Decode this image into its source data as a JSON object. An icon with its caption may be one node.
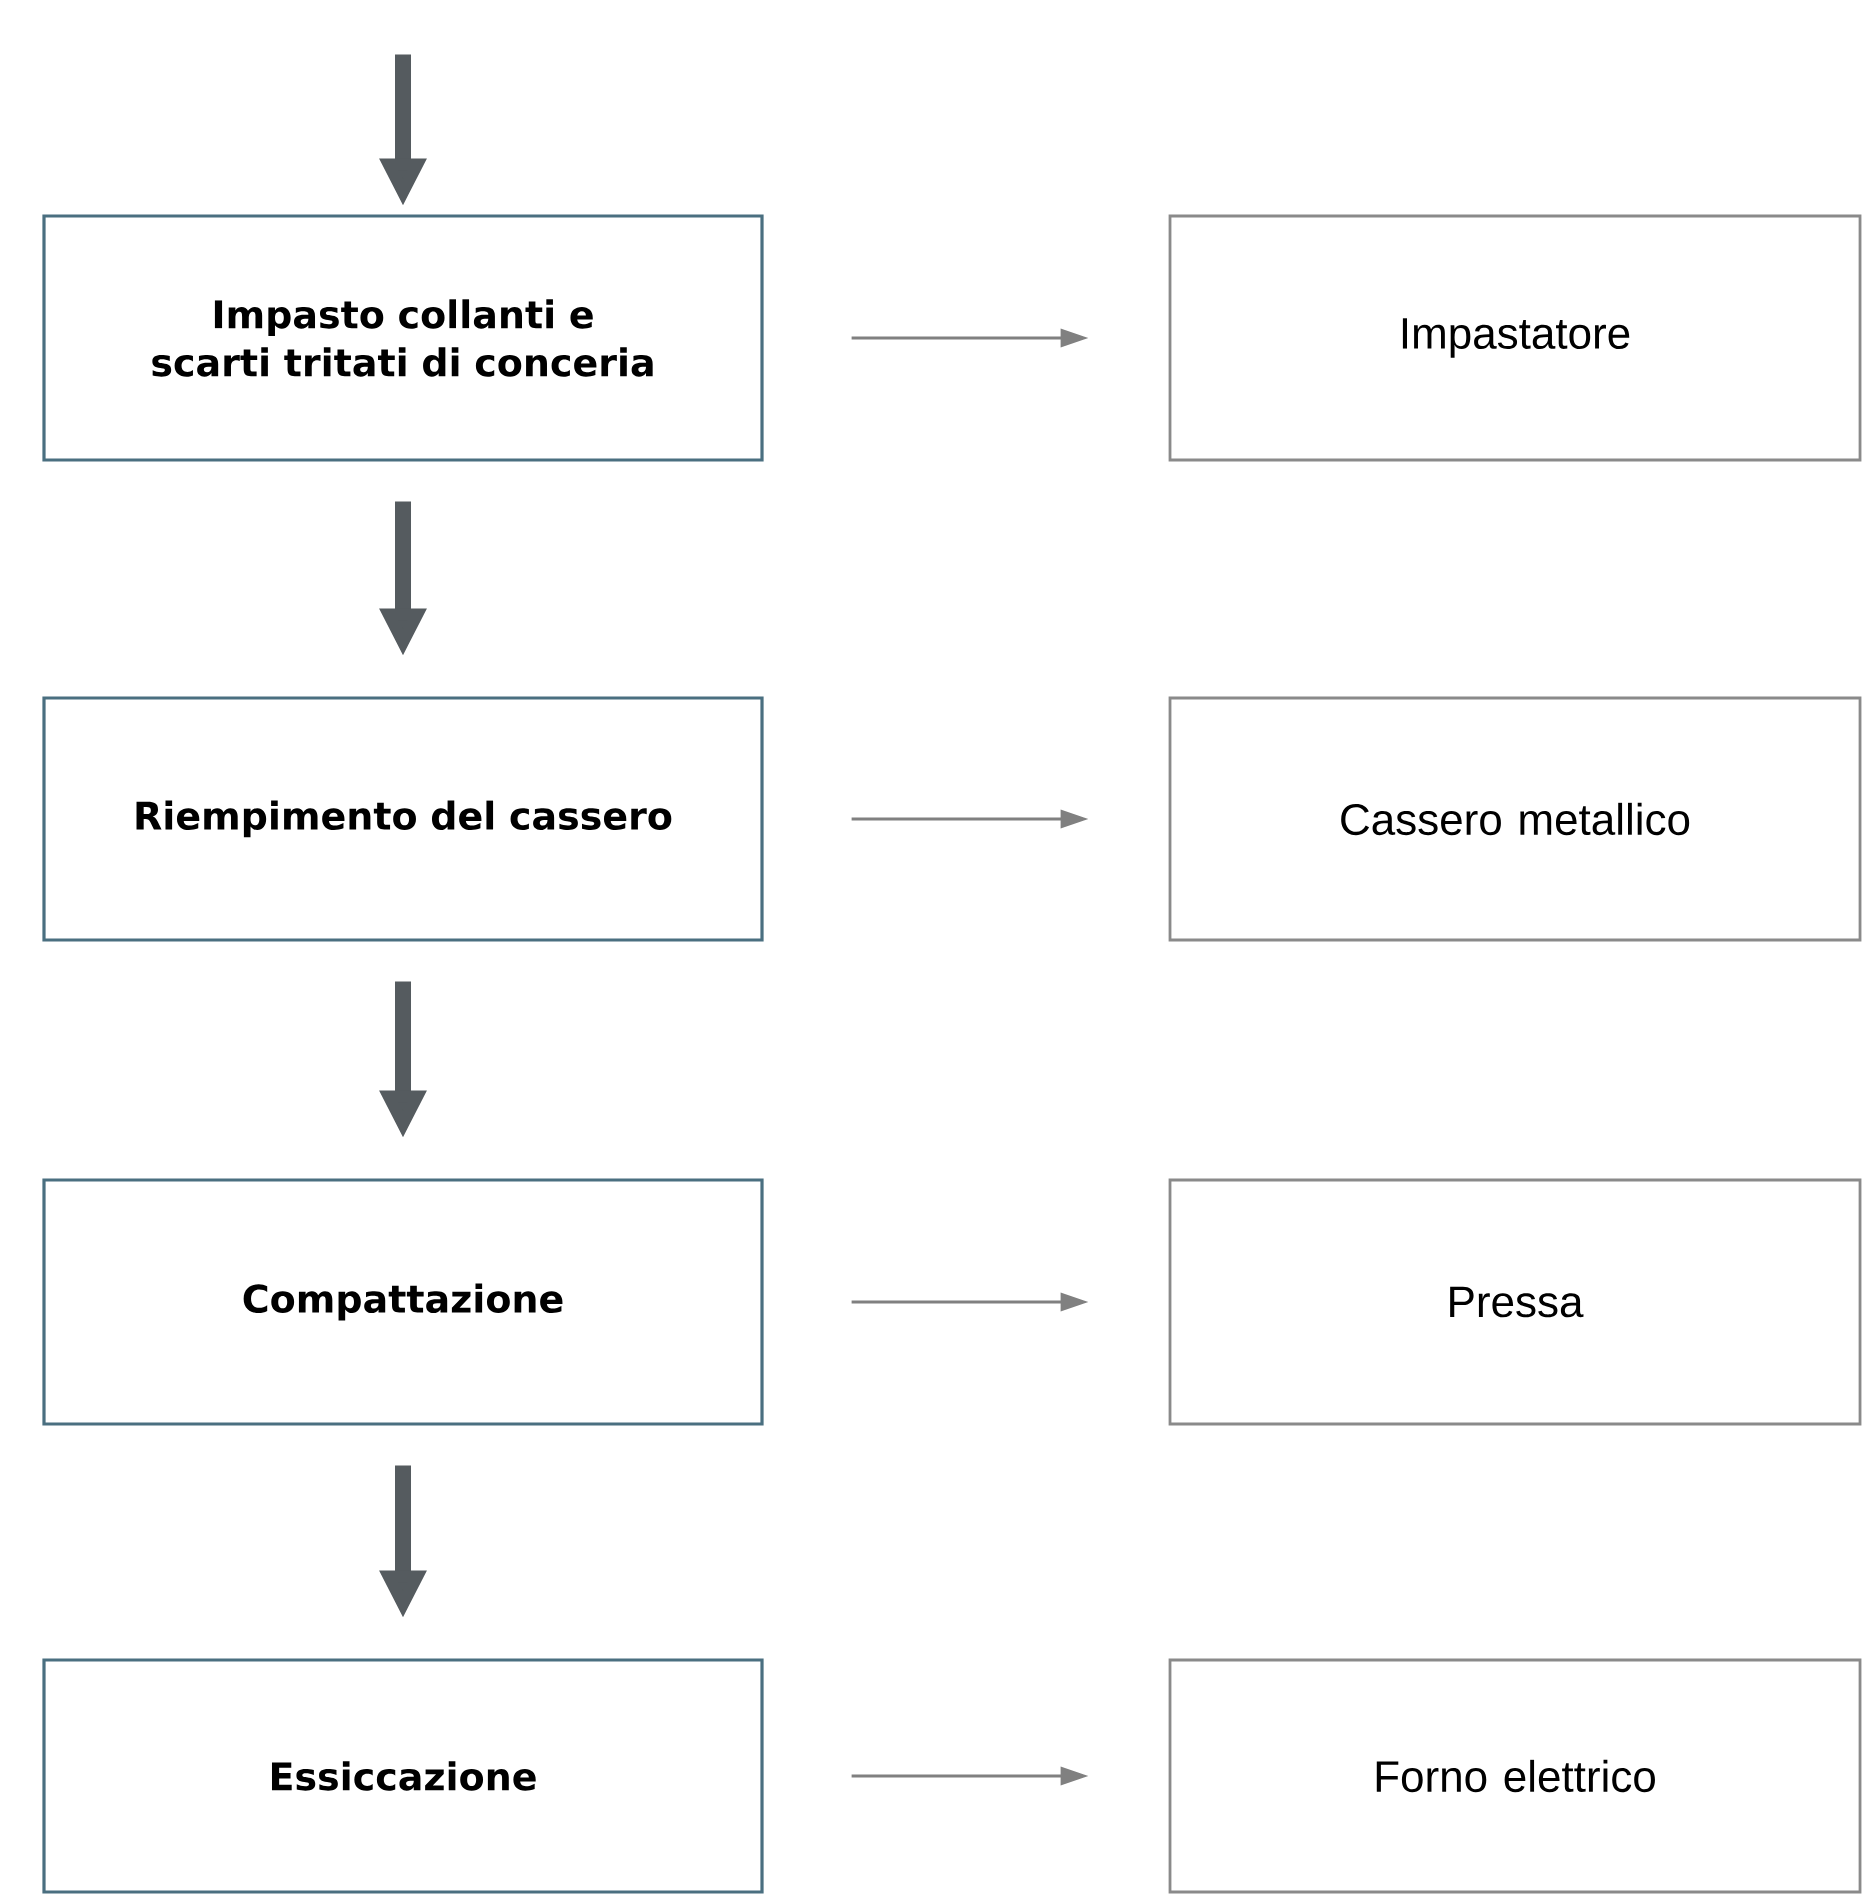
{
  "diagram": {
    "nodes": [
      {
        "text": [
          "Impasto collanti e scarti tritati di conceria"
        ]
      },
      {
        "text": [
          "Impastatore"
        ]
      },
      {
        "text": [
          "Riempimento del cassero"
        ]
      },
      {
        "text": [
          "Cassero metallico"
        ]
      },
      {
        "text": [
          "Compattazione"
        ]
      },
      {
        "text": [
          "Pressa"
        ]
      },
      {
        "text": [
          "Essiccazione"
        ]
      },
      {
        "text": [
          "Forno elettrico"
        ]
      }
    ],
    "edges": [
      {
        "from": null,
        "to": 0,
        "arrow": "to",
        "style": "thick",
        "color": "#555b5f"
      },
      {
        "from": 0,
        "to": 1,
        "arrow": "to"
      },
      {
        "from": 0,
        "to": 2,
        "arrow": "to",
        "style": "thick",
        "color": "#555b5f"
      },
      {
        "from": 2,
        "to": 3,
        "arrow": "to"
      },
      {
        "from": 2,
        "to": 4,
        "arrow": "to",
        "style": "thick",
        "color": "#555b5f"
      },
      {
        "from": 4,
        "to": 5,
        "arrow": "to"
      },
      {
        "from": 4,
        "to": 6,
        "arrow": "to",
        "style": "thick",
        "color": "#555b5f"
      },
      {
        "from": 6,
        "to": 7,
        "arrow": "to"
      }
    ]
  }
}
